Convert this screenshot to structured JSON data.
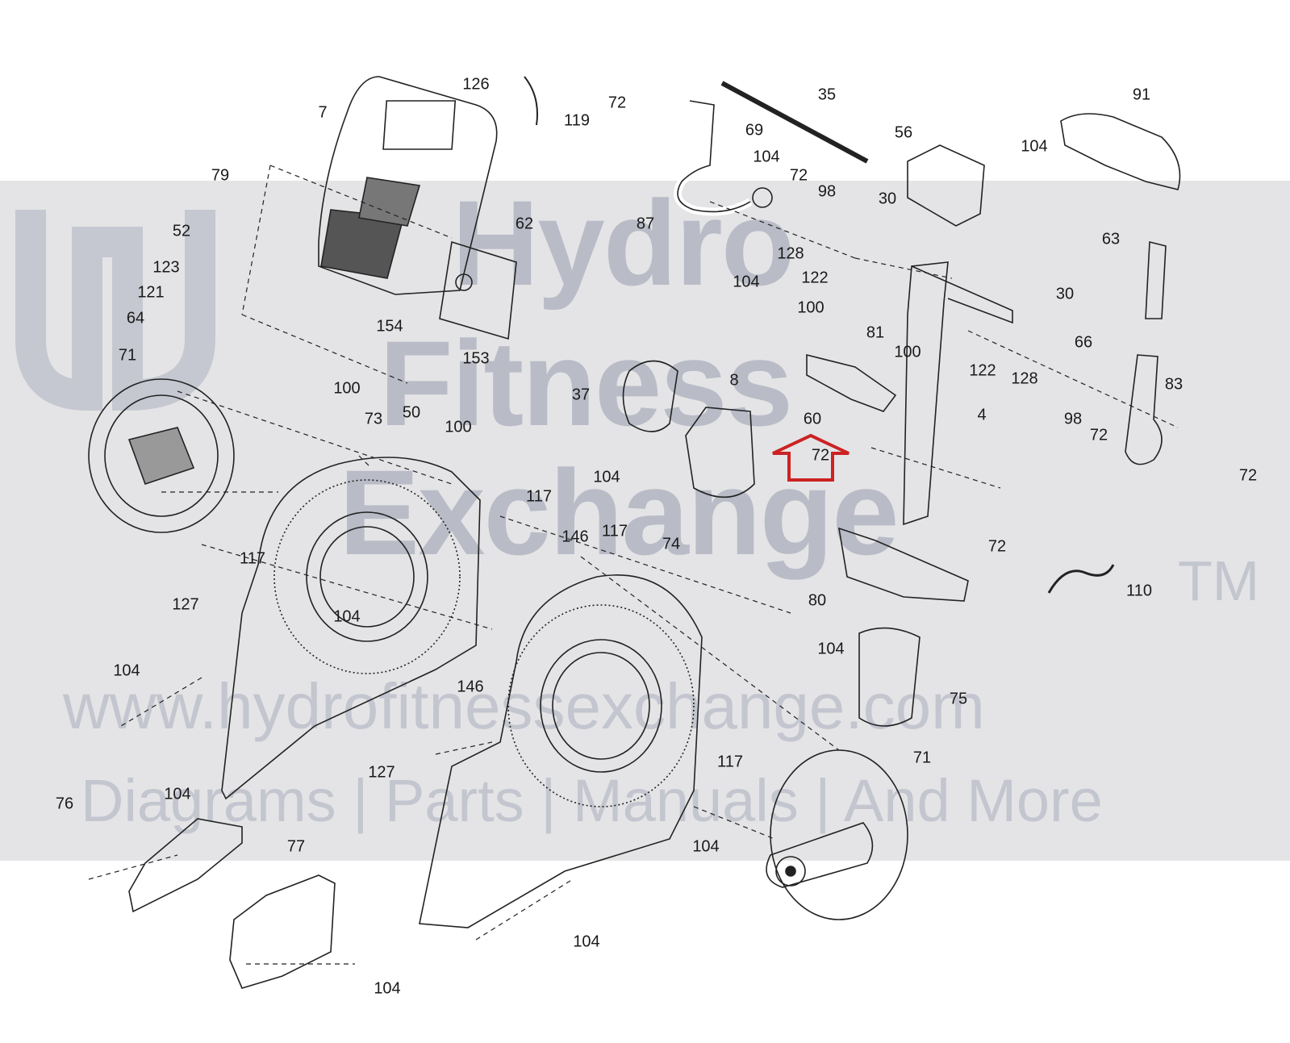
{
  "watermark": {
    "brand_line1": "Hydro",
    "brand_line2": "Fitness",
    "brand_line3": "Exchange",
    "trademark": "TM",
    "url": "www.hydrofitnessexchange.com",
    "tagline": "Diagrams | Parts | Manuals | And More"
  },
  "colors": {
    "line": "#222222",
    "band": "#e4e4e6",
    "watermark": "#b9bcc7",
    "arrow": "#cc2222"
  },
  "callouts": [
    "126",
    "119",
    "7",
    "72",
    "69",
    "35",
    "56",
    "91",
    "104",
    "79",
    "52",
    "87",
    "98",
    "30",
    "72",
    "128",
    "104",
    "63",
    "123",
    "121",
    "62",
    "122",
    "100",
    "64",
    "104",
    "81",
    "100",
    "30",
    "66",
    "154",
    "153",
    "122",
    "128",
    "83",
    "71",
    "100",
    "50",
    "100",
    "37",
    "8",
    "60",
    "98",
    "72",
    "73",
    "4",
    "72",
    "104",
    "72",
    "117",
    "146",
    "117",
    "74",
    "72",
    "110",
    "117",
    "127",
    "104",
    "80",
    "104",
    "75",
    "104",
    "146",
    "127",
    "117",
    "71",
    "104",
    "76",
    "104",
    "77",
    "104",
    "104"
  ]
}
